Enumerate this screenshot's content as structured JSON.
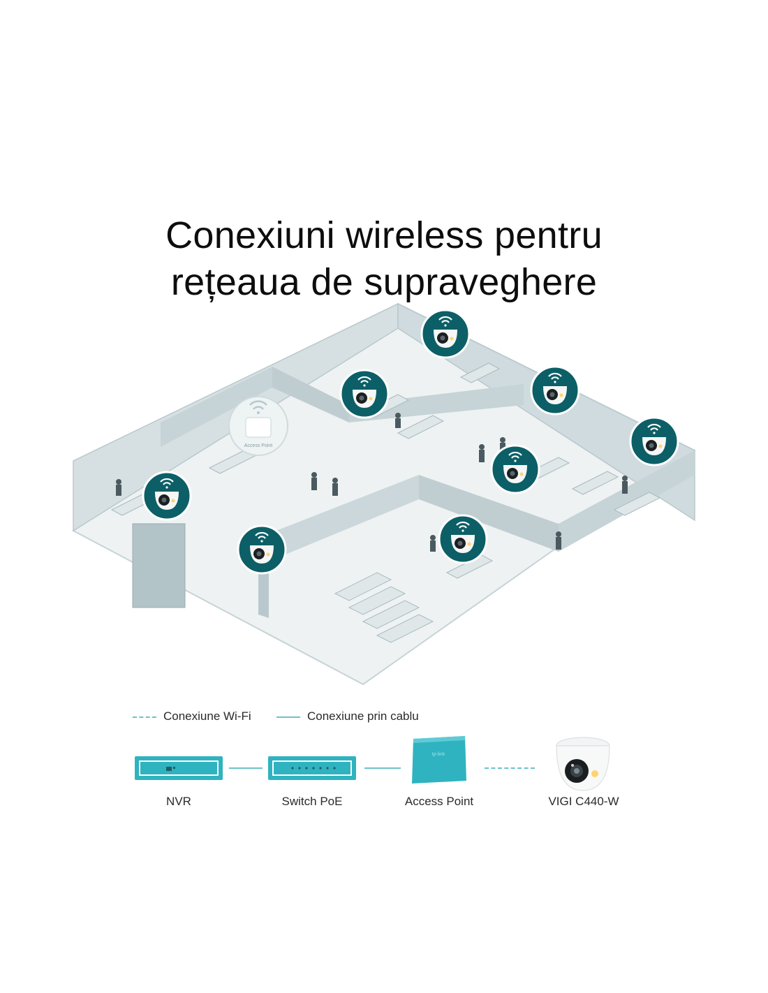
{
  "title": {
    "line1": "Conexiuni wireless pentru",
    "line2": "rețeaua de supraveghere"
  },
  "scene": {
    "ap_ceiling_label": "Access Point",
    "camera_count": 8
  },
  "legend": {
    "wifi_label": "Conexiune Wi-Fi",
    "cable_label": "Conexiune prin cablu"
  },
  "devices": [
    {
      "label": "NVR",
      "icon": "nvr-icon"
    },
    {
      "label": "Switch PoE",
      "icon": "switch-icon"
    },
    {
      "label": "Access Point",
      "icon": "access-point-icon"
    },
    {
      "label": "VIGI C440-W",
      "icon": "camera-icon"
    }
  ],
  "colors": {
    "accent": "#2fb3c0",
    "camera_badge": "#0c5f66",
    "building_wall": "#c6d3d7",
    "building_floor": "#eef2f3"
  }
}
